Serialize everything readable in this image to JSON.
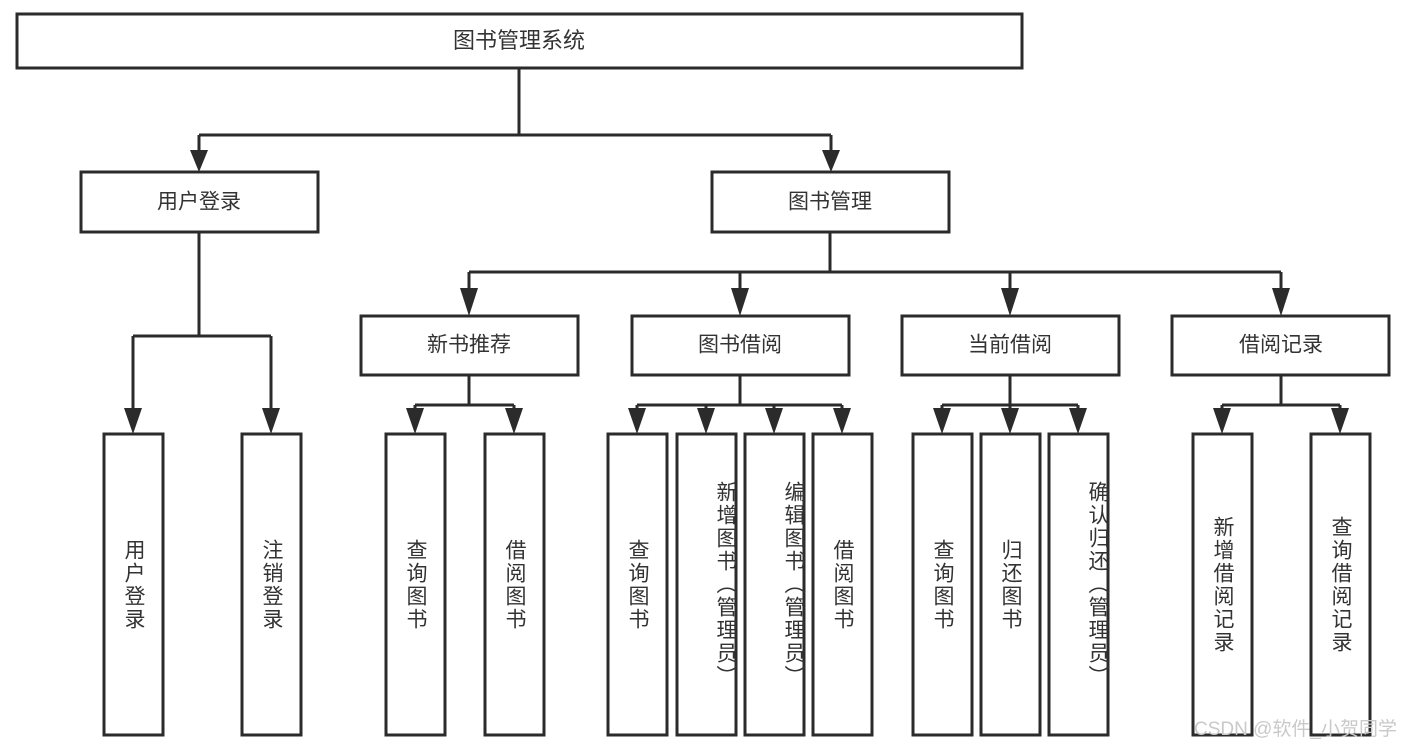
{
  "diagram": {
    "title": "图书管理系统",
    "watermark": "CSDN @软件_小贺同学",
    "colors": {
      "stroke": "#2b2b2b",
      "box_fill": "#ffffff",
      "text": "#333333",
      "watermark": "#c9c9c9",
      "background": "#ffffff"
    },
    "root": {
      "label": "图书管理系统",
      "id": "root-system"
    },
    "level2": [
      {
        "id": "user-login",
        "label": "用户登录"
      },
      {
        "id": "book-management",
        "label": "图书管理"
      }
    ],
    "level3": [
      {
        "id": "new-book-recommend",
        "label": "新书推荐",
        "parent": "book-management"
      },
      {
        "id": "book-borrow",
        "label": "图书借阅",
        "parent": "book-management"
      },
      {
        "id": "current-borrow",
        "label": "当前借阅",
        "parent": "book-management"
      },
      {
        "id": "borrow-record",
        "label": "借阅记录",
        "parent": "book-management"
      }
    ],
    "leaves": {
      "user-login": [
        {
          "id": "leaf-user-login",
          "label": "用户登录"
        },
        {
          "id": "leaf-logout-login",
          "label": "注销登录"
        }
      ],
      "new-book-recommend": [
        {
          "id": "leaf-query-book-1",
          "label": "查询图书"
        },
        {
          "id": "leaf-borrow-book-1",
          "label": "借阅图书"
        }
      ],
      "book-borrow": [
        {
          "id": "leaf-query-book-2",
          "label": "查询图书"
        },
        {
          "id": "leaf-add-book",
          "label": "新增图书（管理员）"
        },
        {
          "id": "leaf-edit-book",
          "label": "编辑图书（管理员）"
        },
        {
          "id": "leaf-borrow-book-2",
          "label": "借阅图书"
        }
      ],
      "current-borrow": [
        {
          "id": "leaf-query-book-3",
          "label": "查询图书"
        },
        {
          "id": "leaf-return-book",
          "label": "归还图书"
        },
        {
          "id": "leaf-confirm-return",
          "label": "确认归还（管理员）"
        }
      ],
      "borrow-record": [
        {
          "id": "leaf-add-record",
          "label": "新增借阅记录"
        },
        {
          "id": "leaf-query-record",
          "label": "查询借阅记录"
        }
      ]
    }
  }
}
